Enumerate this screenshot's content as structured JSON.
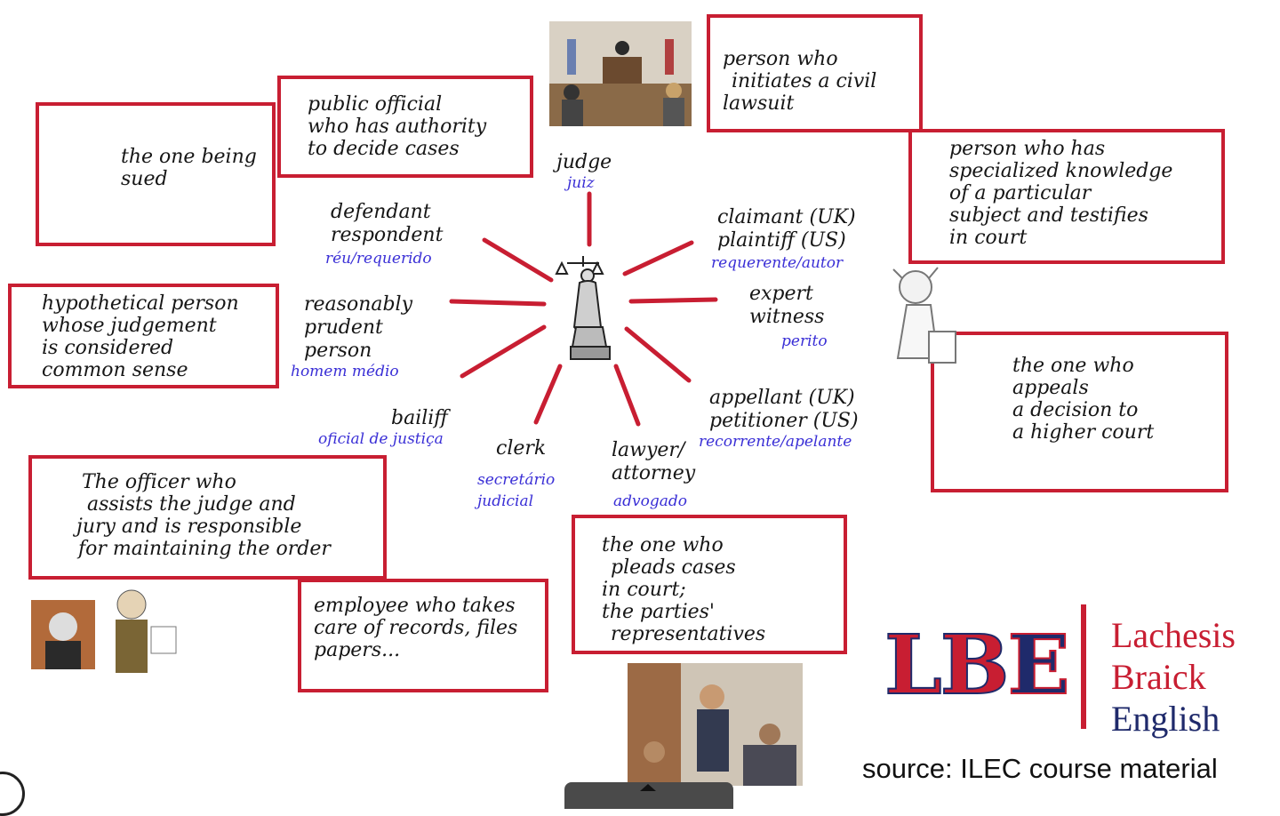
{
  "boxes": {
    "defendant_def": [
      "the one being",
      "sued"
    ],
    "judge_def": [
      "public official",
      "who has authority",
      "to decide cases"
    ],
    "claimant_def": [
      "person who",
      "initiates a civil",
      "lawsuit"
    ],
    "expert_def": [
      "person who has",
      "specialized knowledge",
      "of a particular",
      "subject and testifies",
      "in court"
    ],
    "prudent_def": [
      "hypothetical person",
      "whose judgement",
      "is considered",
      "common sense"
    ],
    "appellant_def": [
      "the one who",
      "appeals",
      "a decision to",
      "a higher court"
    ],
    "bailiff_def": [
      "The officer who",
      "assists the judge and",
      "jury and is responsible",
      "for maintaining the order"
    ],
    "clerk_def": [
      "employee who takes",
      "care of records, files",
      "papers..."
    ],
    "lawyer_def": [
      "the one who",
      "pleads cases",
      "in court;",
      "the parties'",
      "representatives"
    ]
  },
  "terms": {
    "judge": "judge",
    "judge_tr": "juiz",
    "defendant": [
      "defendant",
      "respondent"
    ],
    "defendant_tr": "réu/requerido",
    "claimant": [
      "claimant (UK)",
      "plaintiff (US)"
    ],
    "claimant_tr": "requerente/autor",
    "expert": [
      "expert",
      "witness"
    ],
    "expert_tr": "perito",
    "prudent": [
      "reasonably",
      "prudent",
      "person"
    ],
    "prudent_tr": "homem médio",
    "appellant": [
      "appellant (UK)",
      "petitioner (US)"
    ],
    "appellant_tr": "recorrente/apelante",
    "bailiff": "bailiff",
    "bailiff_tr": "oficial de justiça",
    "clerk": "clerk",
    "clerk_tr": [
      "secretário",
      "judicial"
    ],
    "lawyer": [
      "lawyer/",
      "attorney"
    ],
    "lawyer_tr": "advogado"
  },
  "logo": {
    "letters": [
      "L",
      "B",
      "E"
    ],
    "name": [
      "Lachesis",
      "Braick",
      "English"
    ]
  },
  "colors": {
    "accent_red": "#c81e32",
    "translation_blue": "#3a2fd6",
    "logo_navy": "#1f2a6b"
  },
  "source": "source: ILEC course material"
}
